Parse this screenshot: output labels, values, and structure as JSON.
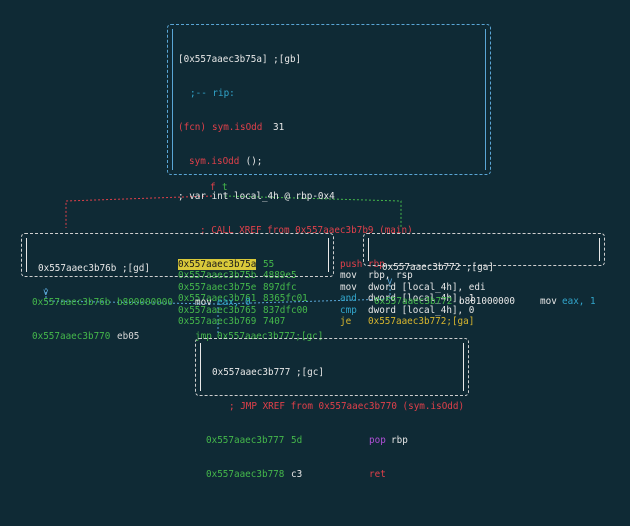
{
  "colors": {
    "background": "#0f2a35",
    "address": "#45b84b",
    "mnemonic": "#e0404a",
    "register": "#32a6cc",
    "highlight": "#d9c93a",
    "edge_true": "#e0404a",
    "edge_false": "#45b84b",
    "edge_jump": "#5aa6d6"
  },
  "edge_labels": {
    "true": "f",
    "false": "t",
    "true_v": "v",
    "false_v": "v"
  },
  "node_main": {
    "header": "[0x557aaec3b75a] ;[gb]",
    "comment_rip": ";-- rip:",
    "fcn_prefix": "(fcn)",
    "fcn_name": "sym.isOdd",
    "fcn_size": "31",
    "sig_name": "sym.isOdd",
    "sig_rest": " ();",
    "var_line": "; var int local_4h @ rbp-0x4",
    "xref": "; CALL XREF from 0x557aaec3b7b9 (main)",
    "rows": [
      {
        "addr": "0x557aaec3b75a",
        "bytes": "55",
        "bytes2": "",
        "mn": "push",
        "ops": "rbp",
        "sel": true
      },
      {
        "addr": "0x557aaec3b75b",
        "bytes": "4889e5",
        "bytes2": "",
        "mn": "mov",
        "ops": "rbp, rsp",
        "sel": false
      },
      {
        "addr": "0x557aaec3b75e",
        "bytes": "897dfc",
        "bytes2": "",
        "mn": "mov",
        "ops": "dword [local_4h], edi",
        "sel": false
      },
      {
        "addr": "0x557aaec3b761",
        "bytes": "8365fc01",
        "bytes2": "",
        "mn": "and",
        "ops": "dword [local_4h], 1",
        "sel": false
      },
      {
        "addr": "0x557aaec3b765",
        "bytes": "837dfc00",
        "bytes2": "",
        "mn": "cmp",
        "ops": "dword [local_4h], 0",
        "sel": false
      },
      {
        "addr": "0x557aaec3b769",
        "bytes": "7407",
        "bytes2": "",
        "mn": "je",
        "ops": "0x557aaec3b772;[ga]",
        "sel": false
      }
    ]
  },
  "node_gd": {
    "header": "0x557aaec3b76b ;[gd]",
    "row1": {
      "addr": "0x557aaec3b76b",
      "bytes": "b800000000",
      "mn": "mov",
      "ops": "eax, 0"
    },
    "row2": {
      "addr": "0x557aaec3b770",
      "bytes": "eb05",
      "mn": "jmp",
      "ops": "0x557aaec3b777;[gc]"
    }
  },
  "node_ga": {
    "header": "0x557aaec3b772 ;[ga]",
    "row1": {
      "addr": "0x557aaec3b772",
      "bytes": "b801000000",
      "mn": "mov",
      "ops": "eax, 1"
    }
  },
  "node_gc": {
    "header": "0x557aaec3b777 ;[gc]",
    "xref": "; JMP XREF from 0x557aaec3b770 (sym.isOdd)",
    "row1": {
      "addr": "0x557aaec3b777",
      "bytes": "5d",
      "mn": "pop",
      "ops": "rbp"
    },
    "row2": {
      "addr": "0x557aaec3b778",
      "bytes": "c3",
      "mn": "ret",
      "ops": ""
    }
  }
}
